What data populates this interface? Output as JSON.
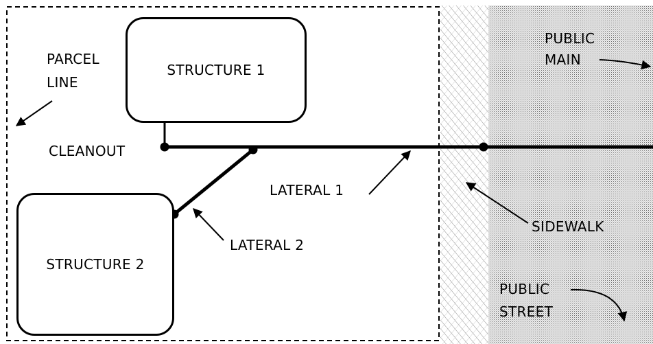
{
  "labels": {
    "parcel_line": [
      "PARCEL",
      "LINE"
    ],
    "structure_1": "STRUCTURE 1",
    "structure_2": "STRUCTURE 2",
    "cleanout": "CLEANOUT",
    "lateral_1": "LATERAL 1",
    "lateral_2": "LATERAL 2",
    "public_main": [
      "PUBLIC",
      "MAIN"
    ],
    "sidewalk": "SIDEWALK",
    "public_street": [
      "PUBLIC",
      "STREET"
    ]
  },
  "colors": {
    "line": "#000000",
    "background": "#ffffff",
    "street_fill": "#d9d9d9",
    "sidewalk_hatch": "#8c8c8c"
  }
}
